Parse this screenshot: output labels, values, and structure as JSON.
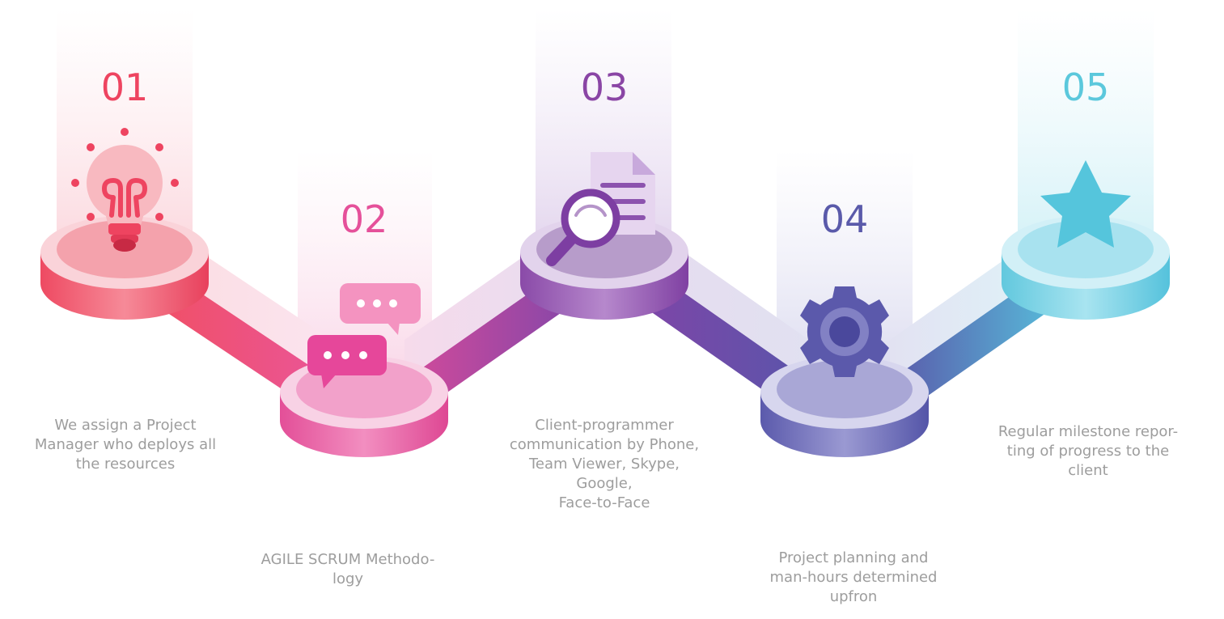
{
  "steps": [
    {
      "number": "01",
      "text_lines": [
        "We assign a Project",
        "Manager who deploys all",
        "the resources"
      ],
      "color": "#ee4460",
      "icon": "lightbulb-icon"
    },
    {
      "number": "02",
      "text_lines": [
        "AGILE SCRUM Methodo-",
        "logy"
      ],
      "color": "#e5509a",
      "icon": "chat-bubbles-icon"
    },
    {
      "number": "03",
      "text_lines": [
        "Client-programmer",
        "communication by Phone,",
        "Team Viewer, Skype,",
        "Google,",
        "Face-to-Face"
      ],
      "color": "#8a45a5",
      "icon": "document-search-icon"
    },
    {
      "number": "04",
      "text_lines": [
        "Project planning and",
        "man-hours determined",
        "upfron"
      ],
      "color": "#5a5aaa",
      "icon": "gear-icon"
    },
    {
      "number": "05",
      "text_lines": [
        "Regular milestone repor-",
        "ting of progress to the",
        "client"
      ],
      "color": "#5bc8dc",
      "icon": "star-icon"
    }
  ]
}
